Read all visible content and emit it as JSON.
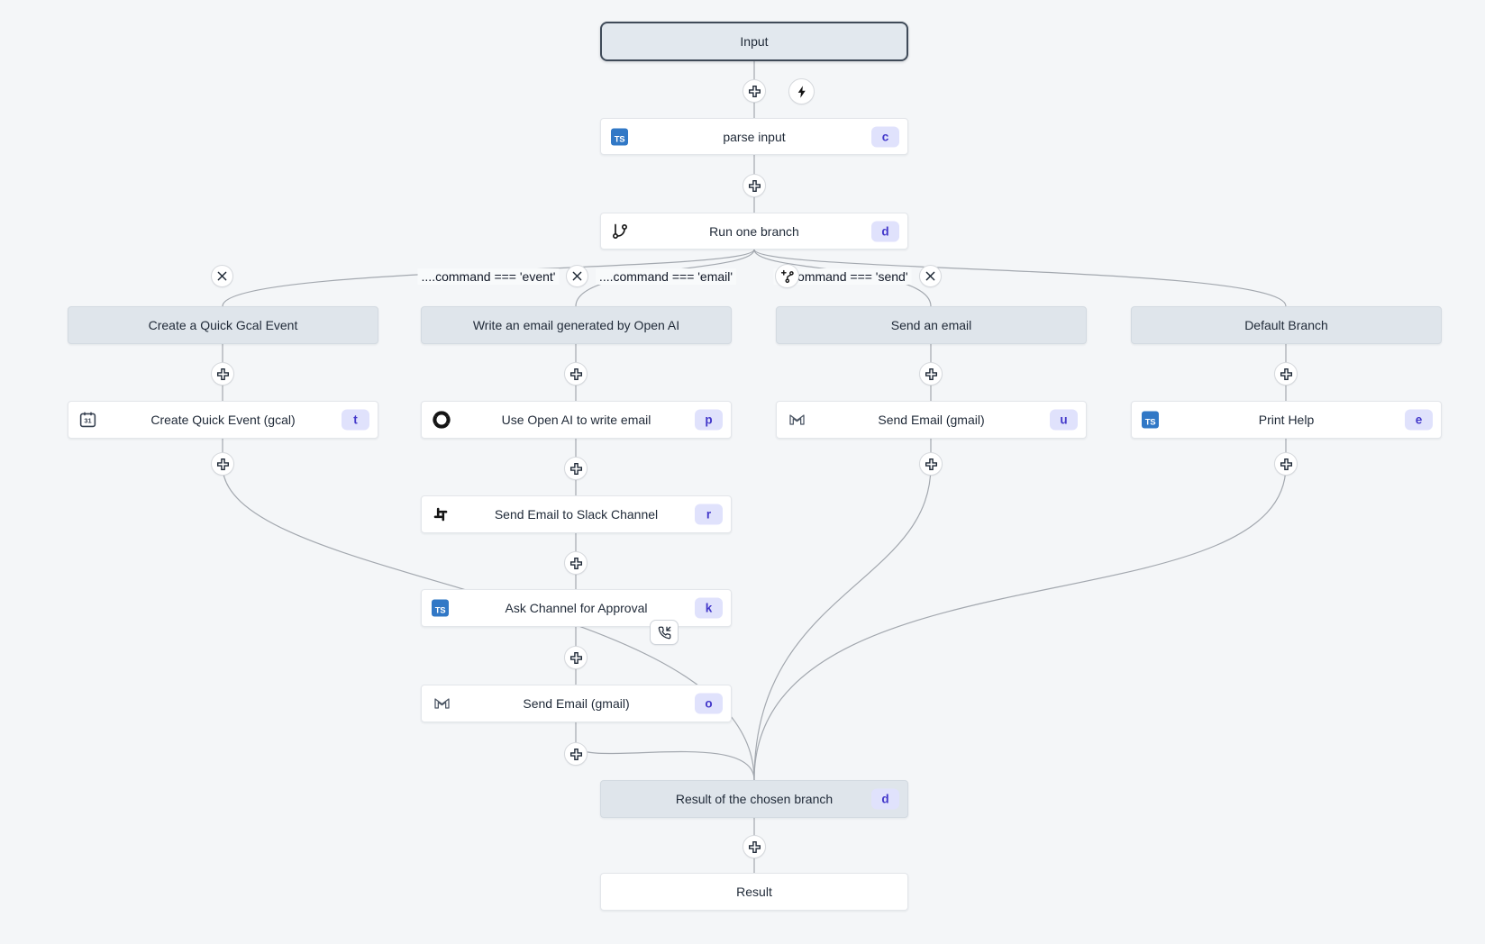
{
  "colors": {
    "canvas_bg": "#f4f6f8",
    "node_bg": "#ffffff",
    "virtual_node_bg": "#dfe5eb",
    "input_node_bg": "#e2e8ee",
    "input_node_border": "#3f4a58",
    "badge_bg": "#e0e2fc",
    "badge_text": "#4338ca",
    "typescript_blue": "#3178c6",
    "edge": "#a3a8af"
  },
  "icons": {
    "typescript_label": "TS",
    "calendar_day": "31"
  },
  "top_chain": {
    "input": {
      "label": "Input"
    },
    "parse_input": {
      "label": "parse input",
      "badge": "c",
      "icon": "typescript"
    },
    "run_one_branch": {
      "label": "Run one branch",
      "badge": "d",
      "icon": "git-branch"
    }
  },
  "branch_conditions": [
    {
      "expr": "....command === 'event'"
    },
    {
      "expr": "....command === 'email'"
    },
    {
      "expr": "....command === 'send'"
    }
  ],
  "branches": [
    {
      "title": "Create a Quick Gcal Event",
      "steps": [
        {
          "label": "Create Quick Event (gcal)",
          "badge": "t",
          "icon": "gcal-calendar"
        }
      ]
    },
    {
      "title": "Write an email generated by Open AI",
      "steps": [
        {
          "label": "Use Open AI to write email",
          "badge": "p",
          "icon": "openai"
        },
        {
          "label": "Send Email to Slack Channel",
          "badge": "r",
          "icon": "slack"
        },
        {
          "label": "Ask Channel for Approval",
          "badge": "k",
          "icon": "typescript",
          "suspend": true
        },
        {
          "label": "Send Email (gmail)",
          "badge": "o",
          "icon": "gmail"
        }
      ]
    },
    {
      "title": "Send an email",
      "steps": [
        {
          "label": "Send Email (gmail)",
          "badge": "u",
          "icon": "gmail"
        }
      ]
    },
    {
      "title": "Default Branch",
      "steps": [
        {
          "label": "Print Help",
          "badge": "e",
          "icon": "typescript"
        }
      ]
    }
  ],
  "bottom_chain": {
    "result_of_branch": {
      "label": "Result of the chosen branch",
      "badge": "d"
    },
    "result": {
      "label": "Result"
    }
  }
}
